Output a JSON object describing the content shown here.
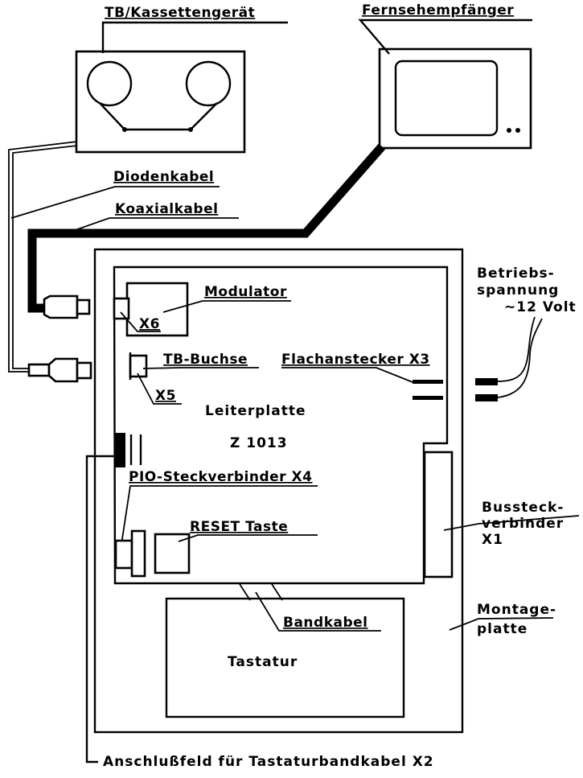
{
  "diagram": {
    "title": "Z 1013 Anschlussschema",
    "colors": {
      "ink": "#000000",
      "paper": "#ffffff"
    },
    "labels": {
      "tape_recorder": "TB/Kassettengerät",
      "tv_receiver": "Fernsehempfänger",
      "diode_cable": "Diodenkabel",
      "coax_cable": "Koaxialkabel",
      "modulator": "Modulator",
      "x6": "X6",
      "tb_socket": "TB-Buchse",
      "x5": "X5",
      "flat_plug": "Flachanstecker X3",
      "power_line1": "Betriebs-",
      "power_line2": "spannung",
      "power_line3": "~12 Volt",
      "board": "Leiterplatte",
      "board_model": "Z 1013",
      "pio_connector": "PIO-Steckverbinder X4",
      "reset_key": "RESET Taste",
      "bus_line1": "Bussteck-",
      "bus_line2": "verbinder",
      "bus_line3": "X1",
      "mount_line1": "Montage-",
      "mount_line2": "platte",
      "ribbon_cable": "Bandkabel",
      "keyboard": "Tastatur",
      "x2_field": "Anschlußfeld für Tastaturbandkabel X2"
    }
  }
}
